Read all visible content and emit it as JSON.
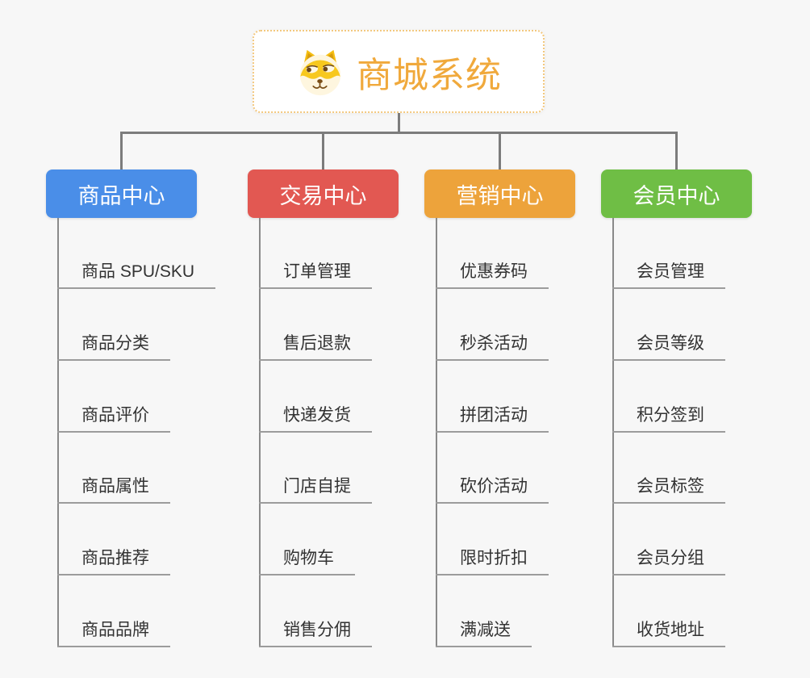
{
  "background_color": "#F7F7F7",
  "connector_color": "#7C7C7C",
  "root": {
    "title": "商城系统",
    "title_color": "#F0A93C",
    "border_color": "#F3C87E",
    "icon": "doge-dog-face-icon"
  },
  "branches": [
    {
      "label": "商品中心",
      "color": "#4A8EE8",
      "items": [
        "商品 SPU/SKU",
        "商品分类",
        "商品评价",
        "商品属性",
        "商品推荐",
        "商品品牌"
      ]
    },
    {
      "label": "交易中心",
      "color": "#E25852",
      "items": [
        "订单管理",
        "售后退款",
        "快递发货",
        "门店自提",
        "购物车",
        "销售分佣"
      ]
    },
    {
      "label": "营销中心",
      "color": "#EDA33B",
      "items": [
        "优惠券码",
        "秒杀活动",
        "拼团活动",
        "砍价活动",
        "限时折扣",
        "满减送"
      ]
    },
    {
      "label": "会员中心",
      "color": "#6FBE45",
      "items": [
        "会员管理",
        "会员等级",
        "积分签到",
        "会员标签",
        "会员分组",
        "收货地址"
      ]
    }
  ]
}
